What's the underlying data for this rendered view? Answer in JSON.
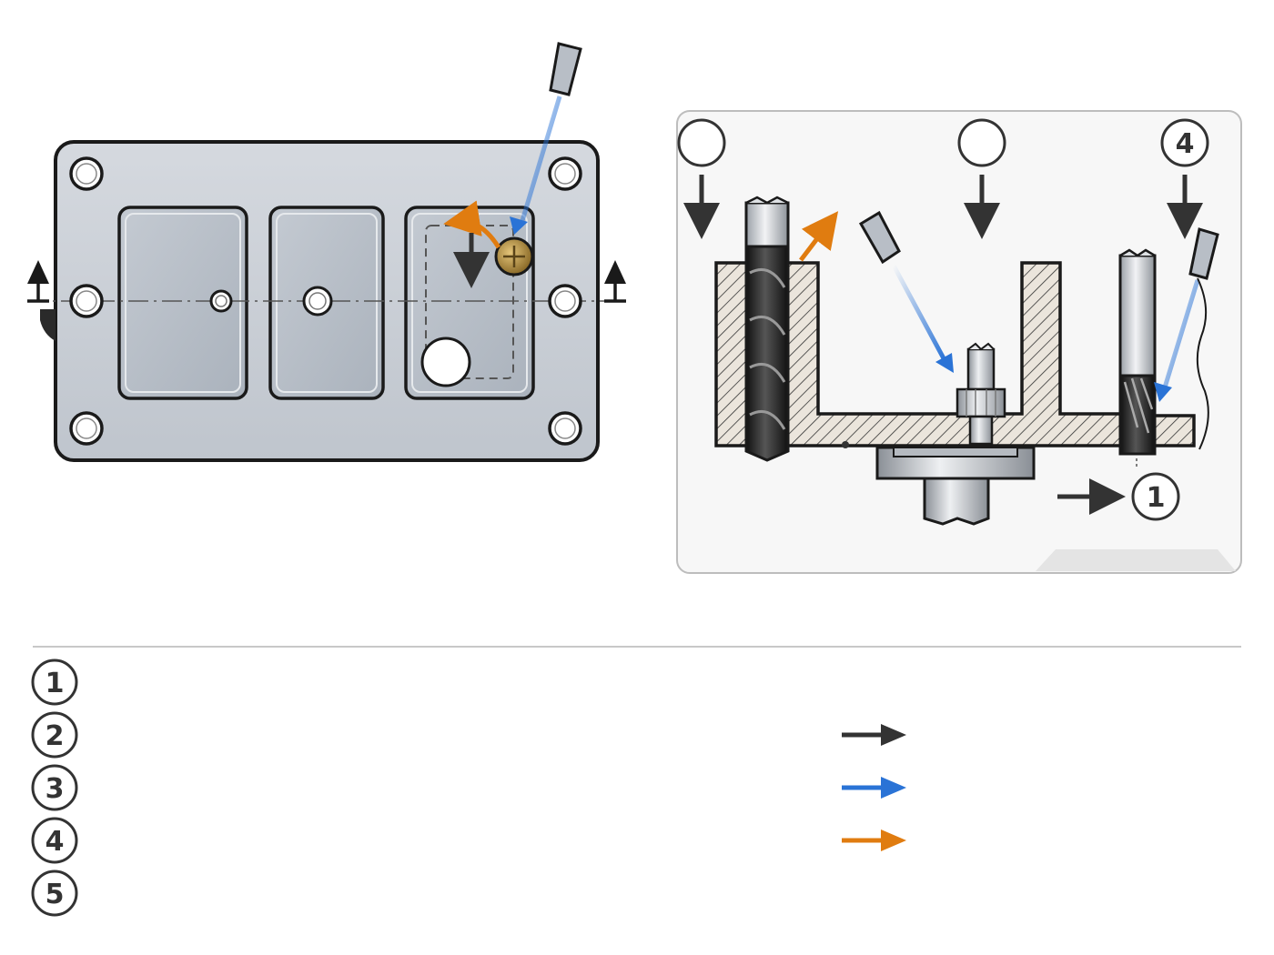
{
  "diagram": {
    "plan_view": {
      "section_marks": [
        "I",
        "I"
      ]
    },
    "section_view": {
      "markers": [
        "",
        "",
        "4"
      ],
      "inline_marker": "1"
    }
  },
  "legend": {
    "items": [
      {
        "number": "1",
        "arrow_color": null
      },
      {
        "number": "2",
        "arrow_color": "#333333"
      },
      {
        "number": "3",
        "arrow_color": "#2a73d6"
      },
      {
        "number": "4",
        "arrow_color": "#e07c10"
      },
      {
        "number": "5",
        "arrow_color": null
      }
    ]
  },
  "colors": {
    "outline": "#1a1a1a",
    "plate_fill": "#c9ced6",
    "pocket_fill": "#b9c0c9",
    "hatch_bg": "#ebe5dc",
    "arrow_dark": "#333333",
    "arrow_blue": "#2a73d6",
    "arrow_orange": "#e07c10",
    "insert_brass": "#b08a3c",
    "panel_border": "#bdbdbd"
  }
}
